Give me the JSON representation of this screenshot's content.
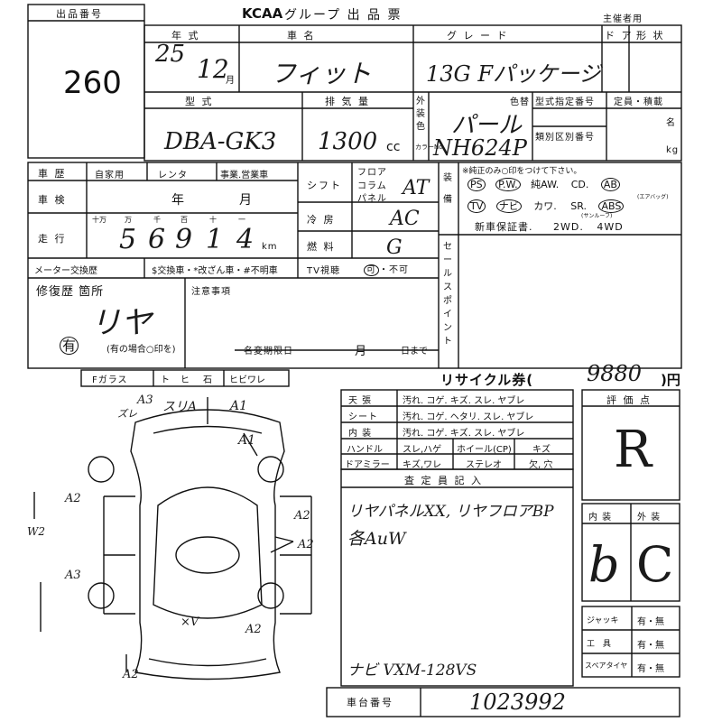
{
  "header": {
    "lot_label": "出品番号",
    "lot_no": "260",
    "logo": "KCAA",
    "title": "グループ 出 品 票",
    "organizer": "主催者用"
  },
  "labels": {
    "year": "年 式",
    "car_name": "車 名",
    "grade": "グ レ ー ド",
    "door": "ド ア",
    "body_type": "形 状",
    "model": "型 式",
    "displacement": "排 気 量",
    "exterior_color": "外装色",
    "color_change": "色替",
    "color_no": "カラーNo.",
    "type_cert": "型式指定番号",
    "class_no": "類別区別番号",
    "capacity": "定員・積載",
    "person_unit": "名",
    "kg_unit": "kg",
    "history": "車 歴",
    "private": "自家用",
    "rental": "レンタ",
    "commercial": "事業.営業車",
    "shaken": "車 検",
    "shaken_year": "年",
    "shaken_month": "月",
    "mileage": "走 行",
    "digit_labels": [
      "十万",
      "万",
      "千",
      "百",
      "十",
      "一"
    ],
    "km": "km",
    "meter_change": "メーター交換歴",
    "meter_legend": "$交換車・*改ざん車・#不明車",
    "shift": "シフト",
    "shift_floor": "フロア",
    "shift_column": "コラム",
    "shift_panel": "パネル",
    "cooling": "冷 房",
    "fuel": "燃 料",
    "tv": "TV視聴",
    "tv_ok": "可",
    "tv_ng": "・不可",
    "equipment": "装 備",
    "genuine_note": "※純正のみ○印をつけて下さい。",
    "sales_point": "セールスポイント",
    "repair": "修復歴 箇所",
    "repair_has": "有",
    "repair_note": "(有の場合○印を)",
    "caution": "注意事項",
    "name_change": "名変期限日",
    "name_change_month": "月",
    "name_change_day": "日まで",
    "glass_header": "Fガラス",
    "glass_to": "ト",
    "glass_hi": "ヒ",
    "glass_stone": "石",
    "glass_crack": "ヒビワレ",
    "recycle": "リサイクル券(",
    "recycle_yen": ")円",
    "score": "評 価 点",
    "interior": "内 装",
    "exterior": "外 装",
    "inspector": "査 定 員 記 入",
    "jack": "ジャッキ",
    "tools": "工 具",
    "spare": "スペアタイヤ",
    "yes_no": "有・無",
    "chassis": "車台番号",
    "map_w2": "W2"
  },
  "equipment_items": {
    "ps": "PS",
    "pw": "P.W.",
    "jun_aw": "純AW.",
    "cd": "CD.",
    "ab": "AB",
    "tv": "TV",
    "navi": "ナビ",
    "sunroof_prefix": "カワ.",
    "sr": "SR.",
    "abs": "ABS",
    "ab_sub": "(エアバッグ)",
    "sr_sub": "(サンルーフ)",
    "warranty": "新車保証書.",
    "wd2": "2WD.",
    "wd4": "4WD"
  },
  "condition_rows": [
    {
      "name": "天 張",
      "items": "汚れ. コゲ. キズ. スレ. ヤブレ"
    },
    {
      "name": "シート",
      "items": "汚れ. コゲ. ヘタリ. スレ. ヤブレ"
    },
    {
      "name": "内 装",
      "items": "汚れ. コゲ. キズ. スレ. ヤブレ"
    }
  ],
  "condition_row4": {
    "name": "ハンドル",
    "a": "スレ,ハゲ",
    "b": "ホイール(CP)",
    "c": "キズ"
  },
  "condition_row5": {
    "name": "ドアミラー",
    "a": "キズ,ワレ",
    "b": "ステレオ",
    "c": "欠, 穴"
  },
  "values": {
    "year_y": "25",
    "year_m": "12",
    "year_m_unit": "月",
    "car": "フィット",
    "grade": "13G Fパッケージ",
    "model": "DBA-GK3",
    "displacement": "1300",
    "cc": "cc",
    "color": "パール",
    "color_no": "NH624P",
    "shift": "AT",
    "cooling": "AC",
    "fuel": "G",
    "mileage_digits": [
      "5",
      "6",
      "9",
      "1",
      "4"
    ],
    "repair": "リヤ",
    "recycle": "9880",
    "score": "R",
    "interior": "b",
    "exterior": "C",
    "inspector_line1": "リヤパネルXX, リヤフロアBP",
    "inspector_line2": "各AuW",
    "inspector_line3": "ナビ VXM-128VS",
    "chassis": "1023992"
  },
  "map_marks": {
    "a3_top": "A3",
    "zu": "ズレ",
    "suri": "スリA",
    "a1_top": "A1",
    "a1_mid": "A1",
    "a2_left": "A2",
    "a3_left": "A3",
    "a2_right1": "A2",
    "a2_right2": "A2",
    "xv": "×V",
    "a2_bottom": "A2",
    "a2_rear": "A2"
  }
}
